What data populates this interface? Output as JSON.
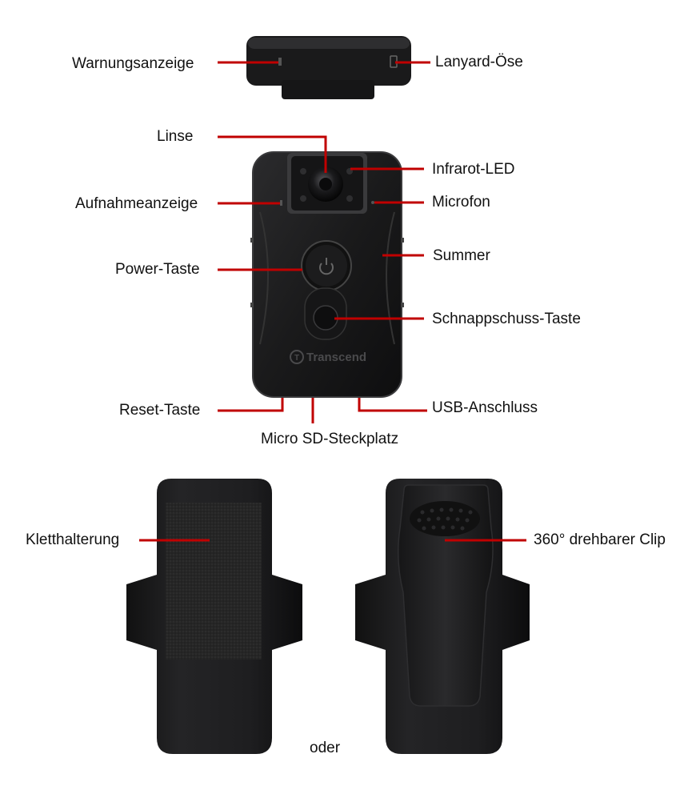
{
  "labels": {
    "warning_indicator": "Warnungsanzeige",
    "lanyard_eyelet": "Lanyard-Öse",
    "lens": "Linse",
    "infrared_led": "Infrarot-LED",
    "recording_indicator": "Aufnahmeanzeige",
    "microphone": "Microfon",
    "buzzer": "Summer",
    "power_button": "Power-Taste",
    "snapshot_button": "Schnappschuss-Taste",
    "reset_button": "Reset-Taste",
    "usb_port": "USB-Anschluss",
    "microsd_slot": "Micro SD-Steckplatz",
    "velcro_mount": "Kletthalterung",
    "rotating_clip": "360° drehbarer Clip",
    "or": "oder"
  },
  "brand": {
    "logo_text": "Transcend"
  },
  "colors": {
    "leader_line": "#c00000",
    "device_body": "#1c1c1e",
    "device_edge": "#3a3a3c",
    "velcro": "#2a2a2a"
  }
}
